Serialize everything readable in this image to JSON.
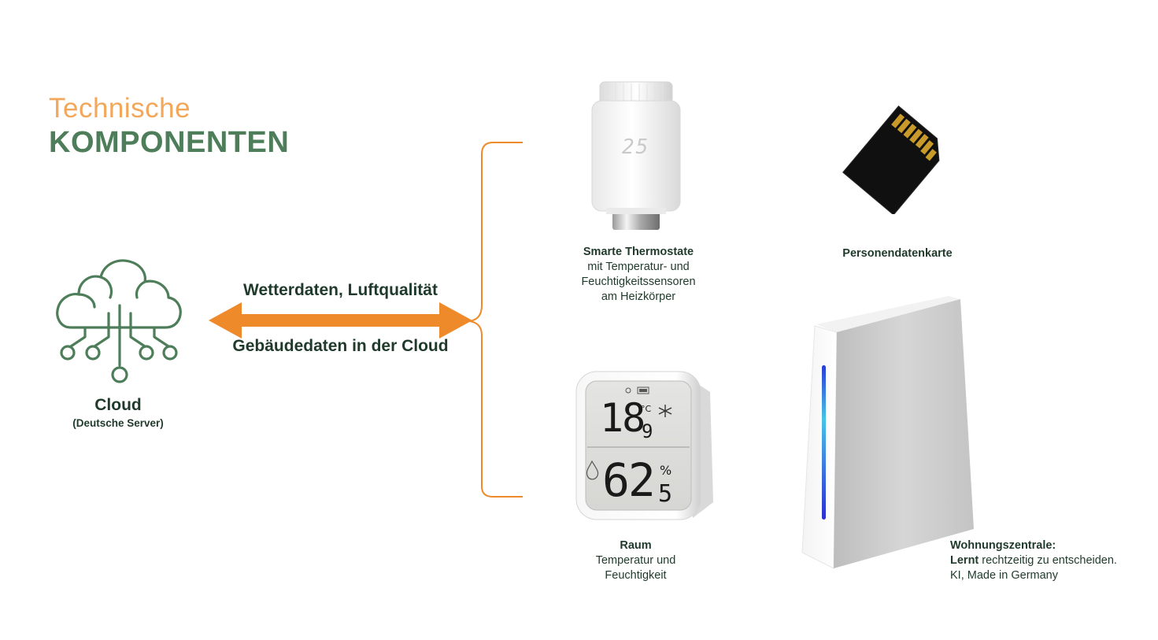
{
  "header": {
    "title_light": "Technische",
    "title_bold": "KOMPONENTEN"
  },
  "cloud": {
    "label": "Cloud",
    "sublabel": "(Deutsche Server)",
    "icon": "cloud-network-icon"
  },
  "connection": {
    "label_top": "Wetterdaten, Luftqualität",
    "label_bottom": "Gebäudedaten in der Cloud"
  },
  "devices": {
    "thermostat": {
      "title": "Smarte Thermostate",
      "line1": "mit Temperatur- und",
      "line2": "Feuchtigkeitssensoren",
      "line3": "am Heizkörper",
      "display": "25"
    },
    "card": {
      "title": "Personendatenkarte"
    },
    "room_sensor": {
      "title": "Raum",
      "line1": "Temperatur und",
      "line2": "Feuchtigkeit",
      "temp_main": "18",
      "temp_dec": "9",
      "temp_unit": "°C",
      "hum_main": "62",
      "hum_dec": "5",
      "hum_unit": "%"
    },
    "hub": {
      "title": "Wohnungszentrale:",
      "line1_bold": "Lernt",
      "line1_rest": " rechtzeitig zu entscheiden.",
      "line2": "KI, Made in Germany"
    }
  },
  "colors": {
    "accent_orange": "#ef8a2b",
    "title_orange": "#f2a75a",
    "green": "#4d7d59",
    "text_dark": "#1f3a2b"
  }
}
